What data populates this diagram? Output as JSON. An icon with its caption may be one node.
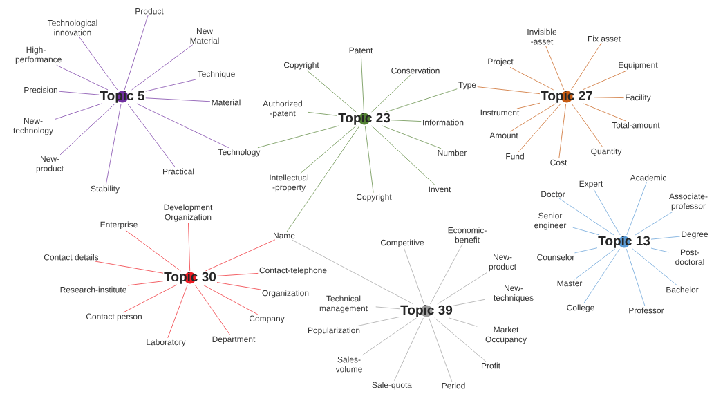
{
  "diagram": {
    "nodes": [
      {
        "text": [
          "Topic 5"
        ]
      },
      {
        "text": [
          "Product"
        ]
      },
      {
        "text": [
          "Technological innovation"
        ]
      },
      {
        "text": [
          "New Material"
        ]
      },
      {
        "text": [
          "High-performance"
        ]
      },
      {
        "text": [
          "Technique"
        ]
      },
      {
        "text": [
          "Precision"
        ]
      },
      {
        "text": [
          "Material"
        ]
      },
      {
        "text": [
          "New-technology"
        ]
      },
      {
        "text": [
          "Technology"
        ]
      },
      {
        "text": [
          "New-product"
        ]
      },
      {
        "text": [
          "Practical"
        ]
      },
      {
        "text": [
          "Stability"
        ]
      },
      {
        "text": [
          "Topic 23"
        ]
      },
      {
        "text": [
          "Patent"
        ]
      },
      {
        "text": [
          "Copyright"
        ]
      },
      {
        "text": [
          "Conservation"
        ]
      },
      {
        "text": [
          "Type"
        ]
      },
      {
        "text": [
          "Authorized -patent"
        ]
      },
      {
        "text": [
          "Information"
        ]
      },
      {
        "text": [
          "Number"
        ]
      },
      {
        "text": [
          "Intellectual -property"
        ]
      },
      {
        "text": [
          "Invent"
        ]
      },
      {
        "text": [
          "Copyright"
        ]
      },
      {
        "text": [
          "Name"
        ]
      },
      {
        "text": [
          "Topic 27"
        ]
      },
      {
        "text": [
          "Invisible -asset"
        ]
      },
      {
        "text": [
          "Fix asset"
        ]
      },
      {
        "text": [
          "Project"
        ]
      },
      {
        "text": [
          "Equipment"
        ]
      },
      {
        "text": [
          "Facility"
        ]
      },
      {
        "text": [
          "Instrument"
        ]
      },
      {
        "text": [
          "Total-amount"
        ]
      },
      {
        "text": [
          "Amount"
        ]
      },
      {
        "text": [
          "Quantity"
        ]
      },
      {
        "text": [
          "Fund"
        ]
      },
      {
        "text": [
          "Cost"
        ]
      },
      {
        "text": [
          "Topic 13"
        ]
      },
      {
        "text": [
          "Academic"
        ]
      },
      {
        "text": [
          "Expert"
        ]
      },
      {
        "text": [
          "Doctor"
        ]
      },
      {
        "text": [
          "Associate-professor"
        ]
      },
      {
        "text": [
          "Senior engineer"
        ]
      },
      {
        "text": [
          "Degree"
        ]
      },
      {
        "text": [
          "Post-doctoral"
        ]
      },
      {
        "text": [
          "Counselor"
        ]
      },
      {
        "text": [
          "Master"
        ]
      },
      {
        "text": [
          "Bachelor"
        ]
      },
      {
        "text": [
          "College"
        ]
      },
      {
        "text": [
          "Professor"
        ]
      },
      {
        "text": [
          "Topic 30"
        ]
      },
      {
        "text": [
          "Development Organization"
        ]
      },
      {
        "text": [
          "Enterprise"
        ]
      },
      {
        "text": [
          "Contact details"
        ]
      },
      {
        "text": [
          "Contact-telephone"
        ]
      },
      {
        "text": [
          "Research-institute"
        ]
      },
      {
        "text": [
          "Organization"
        ]
      },
      {
        "text": [
          "Contact person"
        ]
      },
      {
        "text": [
          "Company"
        ]
      },
      {
        "text": [
          "Department"
        ]
      },
      {
        "text": [
          "Laboratory"
        ]
      },
      {
        "text": [
          "Topic 39"
        ]
      },
      {
        "text": [
          "Economic-benefit"
        ]
      },
      {
        "text": [
          "Competitive"
        ]
      },
      {
        "text": [
          "New-product"
        ]
      },
      {
        "text": [
          "New-techniques"
        ]
      },
      {
        "text": [
          "Technical management"
        ]
      },
      {
        "text": [
          "Popularization"
        ]
      },
      {
        "text": [
          "Market Occupancy"
        ]
      },
      {
        "text": [
          "Sales-volume"
        ]
      },
      {
        "text": [
          "Profit"
        ]
      },
      {
        "text": [
          "Sale-quota"
        ]
      },
      {
        "text": [
          "Period"
        ]
      }
    ],
    "edges": [
      {
        "from": 0,
        "to": 1,
        "arrow": "none",
        "color": "#7030a0"
      },
      {
        "from": 0,
        "to": 2,
        "arrow": "none",
        "color": "#7030a0"
      },
      {
        "from": 0,
        "to": 3,
        "arrow": "none",
        "color": "#7030a0"
      },
      {
        "from": 0,
        "to": 4,
        "arrow": "none",
        "color": "#7030a0"
      },
      {
        "from": 0,
        "to": 5,
        "arrow": "none",
        "color": "#7030a0"
      },
      {
        "from": 0,
        "to": 6,
        "arrow": "none",
        "color": "#7030a0"
      },
      {
        "from": 0,
        "to": 7,
        "arrow": "none",
        "color": "#7030a0"
      },
      {
        "from": 0,
        "to": 8,
        "arrow": "none",
        "color": "#7030a0"
      },
      {
        "from": 0,
        "to": 9,
        "arrow": "none",
        "color": "#7030a0"
      },
      {
        "from": 0,
        "to": 10,
        "arrow": "none",
        "color": "#7030a0"
      },
      {
        "from": 0,
        "to": 11,
        "arrow": "none",
        "color": "#7030a0"
      },
      {
        "from": 0,
        "to": 12,
        "arrow": "none",
        "color": "#7030a0"
      },
      {
        "from": 13,
        "to": 14,
        "arrow": "none",
        "color": "#548235"
      },
      {
        "from": 13,
        "to": 15,
        "arrow": "none",
        "color": "#548235"
      },
      {
        "from": 13,
        "to": 16,
        "arrow": "none",
        "color": "#548235"
      },
      {
        "from": 13,
        "to": 17,
        "arrow": "none",
        "color": "#548235"
      },
      {
        "from": 13,
        "to": 18,
        "arrow": "none",
        "color": "#548235"
      },
      {
        "from": 13,
        "to": 19,
        "arrow": "none",
        "color": "#548235"
      },
      {
        "from": 13,
        "to": 9,
        "arrow": "none",
        "color": "#548235"
      },
      {
        "from": 13,
        "to": 20,
        "arrow": "none",
        "color": "#548235"
      },
      {
        "from": 13,
        "to": 21,
        "arrow": "none",
        "color": "#548235"
      },
      {
        "from": 13,
        "to": 22,
        "arrow": "none",
        "color": "#548235"
      },
      {
        "from": 13,
        "to": 23,
        "arrow": "none",
        "color": "#548235"
      },
      {
        "from": 13,
        "to": 24,
        "arrow": "none",
        "color": "#548235"
      },
      {
        "from": 25,
        "to": 26,
        "arrow": "none",
        "color": "#c55a11"
      },
      {
        "from": 25,
        "to": 27,
        "arrow": "none",
        "color": "#c55a11"
      },
      {
        "from": 25,
        "to": 28,
        "arrow": "none",
        "color": "#c55a11"
      },
      {
        "from": 25,
        "to": 29,
        "arrow": "none",
        "color": "#c55a11"
      },
      {
        "from": 25,
        "to": 17,
        "arrow": "none",
        "color": "#c55a11"
      },
      {
        "from": 25,
        "to": 30,
        "arrow": "none",
        "color": "#c55a11"
      },
      {
        "from": 25,
        "to": 31,
        "arrow": "none",
        "color": "#c55a11"
      },
      {
        "from": 25,
        "to": 32,
        "arrow": "none",
        "color": "#c55a11"
      },
      {
        "from": 25,
        "to": 33,
        "arrow": "none",
        "color": "#c55a11"
      },
      {
        "from": 25,
        "to": 34,
        "arrow": "none",
        "color": "#c55a11"
      },
      {
        "from": 25,
        "to": 35,
        "arrow": "none",
        "color": "#c55a11"
      },
      {
        "from": 25,
        "to": 36,
        "arrow": "none",
        "color": "#c55a11"
      },
      {
        "from": 37,
        "to": 38,
        "arrow": "none",
        "color": "#5b9bd5"
      },
      {
        "from": 37,
        "to": 39,
        "arrow": "none",
        "color": "#5b9bd5"
      },
      {
        "from": 37,
        "to": 40,
        "arrow": "none",
        "color": "#5b9bd5"
      },
      {
        "from": 37,
        "to": 41,
        "arrow": "none",
        "color": "#5b9bd5"
      },
      {
        "from": 37,
        "to": 42,
        "arrow": "none",
        "color": "#5b9bd5"
      },
      {
        "from": 37,
        "to": 43,
        "arrow": "none",
        "color": "#5b9bd5"
      },
      {
        "from": 37,
        "to": 44,
        "arrow": "none",
        "color": "#5b9bd5"
      },
      {
        "from": 37,
        "to": 45,
        "arrow": "none",
        "color": "#5b9bd5"
      },
      {
        "from": 37,
        "to": 46,
        "arrow": "none",
        "color": "#5b9bd5"
      },
      {
        "from": 37,
        "to": 47,
        "arrow": "none",
        "color": "#5b9bd5"
      },
      {
        "from": 37,
        "to": 48,
        "arrow": "none",
        "color": "#5b9bd5"
      },
      {
        "from": 37,
        "to": 49,
        "arrow": "none",
        "color": "#5b9bd5"
      },
      {
        "from": 50,
        "to": 51,
        "arrow": "none",
        "color": "#ee1c24"
      },
      {
        "from": 50,
        "to": 52,
        "arrow": "none",
        "color": "#ee1c24"
      },
      {
        "from": 50,
        "to": 24,
        "arrow": "none",
        "color": "#ee1c24"
      },
      {
        "from": 50,
        "to": 53,
        "arrow": "none",
        "color": "#ee1c24"
      },
      {
        "from": 50,
        "to": 54,
        "arrow": "none",
        "color": "#ee1c24"
      },
      {
        "from": 50,
        "to": 55,
        "arrow": "none",
        "color": "#ee1c24"
      },
      {
        "from": 50,
        "to": 56,
        "arrow": "none",
        "color": "#ee1c24"
      },
      {
        "from": 50,
        "to": 57,
        "arrow": "none",
        "color": "#ee1c24"
      },
      {
        "from": 50,
        "to": 58,
        "arrow": "none",
        "color": "#ee1c24"
      },
      {
        "from": 50,
        "to": 59,
        "arrow": "none",
        "color": "#ee1c24"
      },
      {
        "from": 50,
        "to": 60,
        "arrow": "none",
        "color": "#ee1c24"
      },
      {
        "from": 61,
        "to": 24,
        "arrow": "none",
        "color": "#9e9e9e"
      },
      {
        "from": 61,
        "to": 62,
        "arrow": "none",
        "color": "#9e9e9e"
      },
      {
        "from": 61,
        "to": 63,
        "arrow": "none",
        "color": "#9e9e9e"
      },
      {
        "from": 61,
        "to": 64,
        "arrow": "none",
        "color": "#9e9e9e"
      },
      {
        "from": 61,
        "to": 65,
        "arrow": "none",
        "color": "#9e9e9e"
      },
      {
        "from": 61,
        "to": 66,
        "arrow": "none",
        "color": "#9e9e9e"
      },
      {
        "from": 61,
        "to": 67,
        "arrow": "none",
        "color": "#9e9e9e"
      },
      {
        "from": 61,
        "to": 68,
        "arrow": "none",
        "color": "#9e9e9e"
      },
      {
        "from": 61,
        "to": 69,
        "arrow": "none",
        "color": "#9e9e9e"
      },
      {
        "from": 61,
        "to": 70,
        "arrow": "none",
        "color": "#9e9e9e"
      },
      {
        "from": 61,
        "to": 71,
        "arrow": "none",
        "color": "#9e9e9e"
      },
      {
        "from": 61,
        "to": 72,
        "arrow": "none",
        "color": "#9e9e9e"
      }
    ]
  }
}
